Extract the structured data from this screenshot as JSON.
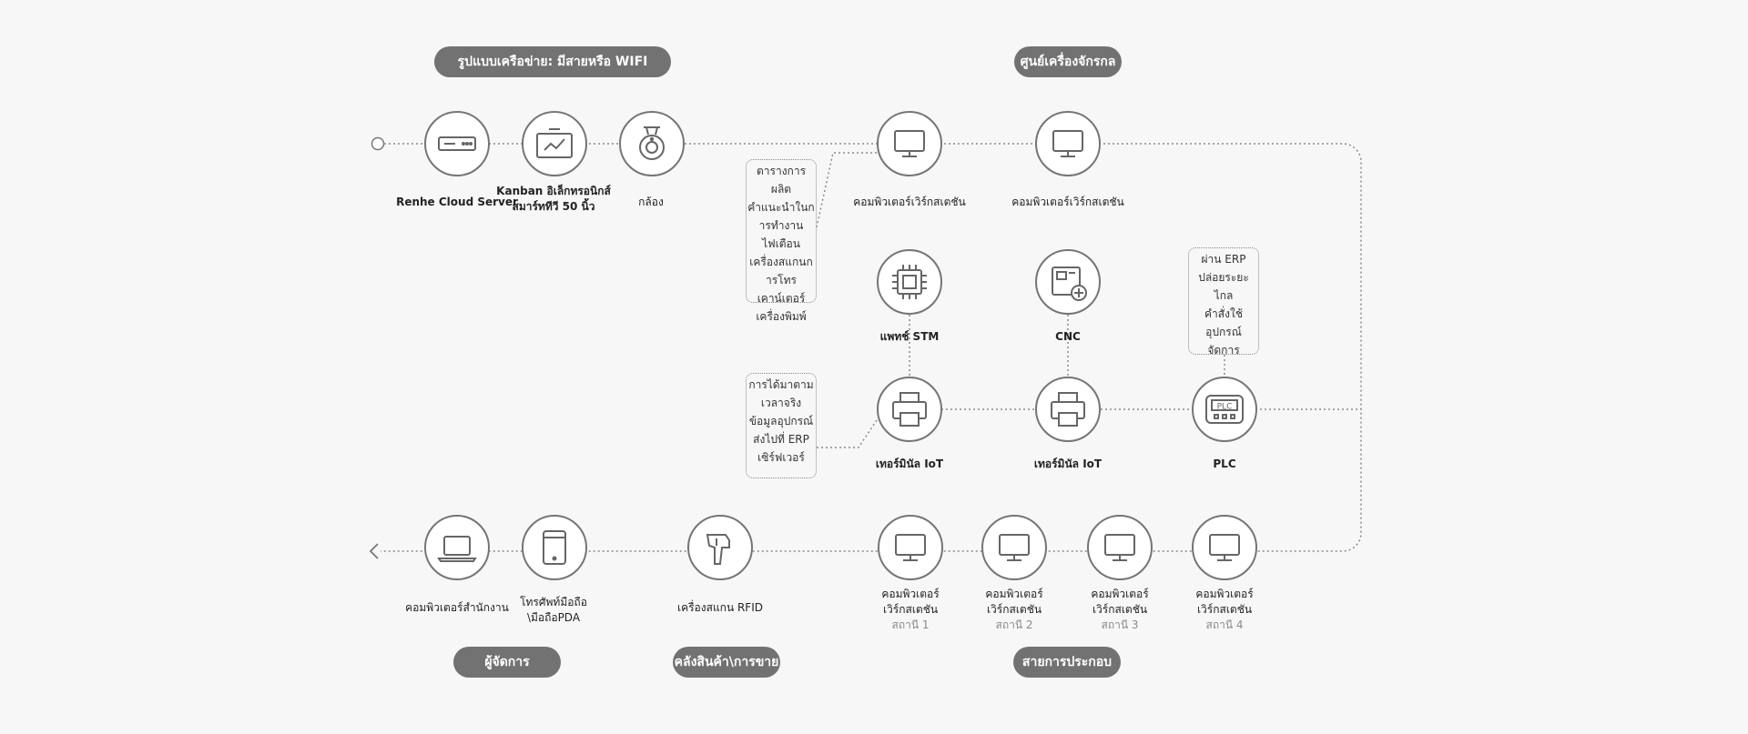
{
  "pills": {
    "network": "รูปแบบเครือข่าย: มีสายหรือ WIFI",
    "machine_center": "ศูนย์เครื่องจักรกล",
    "manager": "ผู้จัดการ",
    "warehouse": "คลังสินค้า\\การขาย",
    "assembly": "สายการประกอบ"
  },
  "nodes": {
    "cloud_server": {
      "label": "Renhe Cloud Server",
      "icon": "server-icon"
    },
    "kanban": {
      "label": "Kanban อิเล็กทรอนิกส์ สมาร์ททีวี 50 นิ้ว",
      "icon": "tv-icon"
    },
    "camera": {
      "label": "กล้อง",
      "icon": "camera-icon"
    },
    "workstation_a": {
      "label": "คอมพิวเตอร์เวิร์กสเตชัน",
      "icon": "monitor-icon"
    },
    "workstation_b": {
      "label": "คอมพิวเตอร์เวิร์กสเตชัน",
      "icon": "monitor-icon"
    },
    "stm_patch": {
      "label": "แพทช์ STM",
      "icon": "chip-icon"
    },
    "cnc": {
      "label": "CNC",
      "icon": "cnc-icon"
    },
    "iot_a": {
      "label": "เทอร์มินัล IoT",
      "icon": "printer-icon"
    },
    "iot_b": {
      "label": "เทอร์มินัล IoT",
      "icon": "printer-icon"
    },
    "plc": {
      "label": "PLC",
      "icon": "plc-icon"
    },
    "office_pc": {
      "label": "คอมพิวเตอร์สำนักงาน",
      "icon": "laptop-icon"
    },
    "mobile": {
      "label1": "โทรศัพท์มือถือ",
      "label2": "\\มือถือPDA",
      "icon": "tablet-icon"
    },
    "rfid": {
      "label": "เครื่องสแกน RFID",
      "icon": "scanner-icon"
    },
    "station1": {
      "label1": "คอมพิวเตอร์",
      "label2": "เวิร์กสเตชัน",
      "sub": "สถานี 1",
      "icon": "monitor-icon"
    },
    "station2": {
      "label1": "คอมพิวเตอร์",
      "label2": "เวิร์กสเตชัน",
      "sub": "สถานี 2",
      "icon": "monitor-icon"
    },
    "station3": {
      "label1": "คอมพิวเตอร์",
      "label2": "เวิร์กสเตชัน",
      "sub": "สถานี 3",
      "icon": "monitor-icon"
    },
    "station4": {
      "label1": "คอมพิวเตอร์",
      "label2": "เวิร์กสเตชัน",
      "sub": "สถานี 4",
      "icon": "monitor-icon"
    }
  },
  "notes": {
    "schedule": [
      "ตารางการผลิต",
      "คำแนะนำในก",
      "ารทำงาน",
      "ไฟเตือน",
      "เครื่องสแกนก",
      "ารโทร",
      "เคาน์เตอร์",
      "เครื่องพิมพ์"
    ],
    "realtime": [
      "การได้มาตาม",
      "เวลาจริง",
      "ข้อมูลอุปกรณ์",
      "ส่งไปที่ ERP",
      "เซิร์ฟเวอร์"
    ],
    "erp": [
      "ผ่าน ERP",
      "ปล่อยระยะไกล",
      "คำสั่งใช้",
      "อุปกรณ์",
      "จัดการ"
    ]
  },
  "colors": {
    "pill": "#727272",
    "line": "#8a8a8a",
    "node_border": "#757575",
    "icon": "#666666",
    "background": "#f7f7f7"
  }
}
